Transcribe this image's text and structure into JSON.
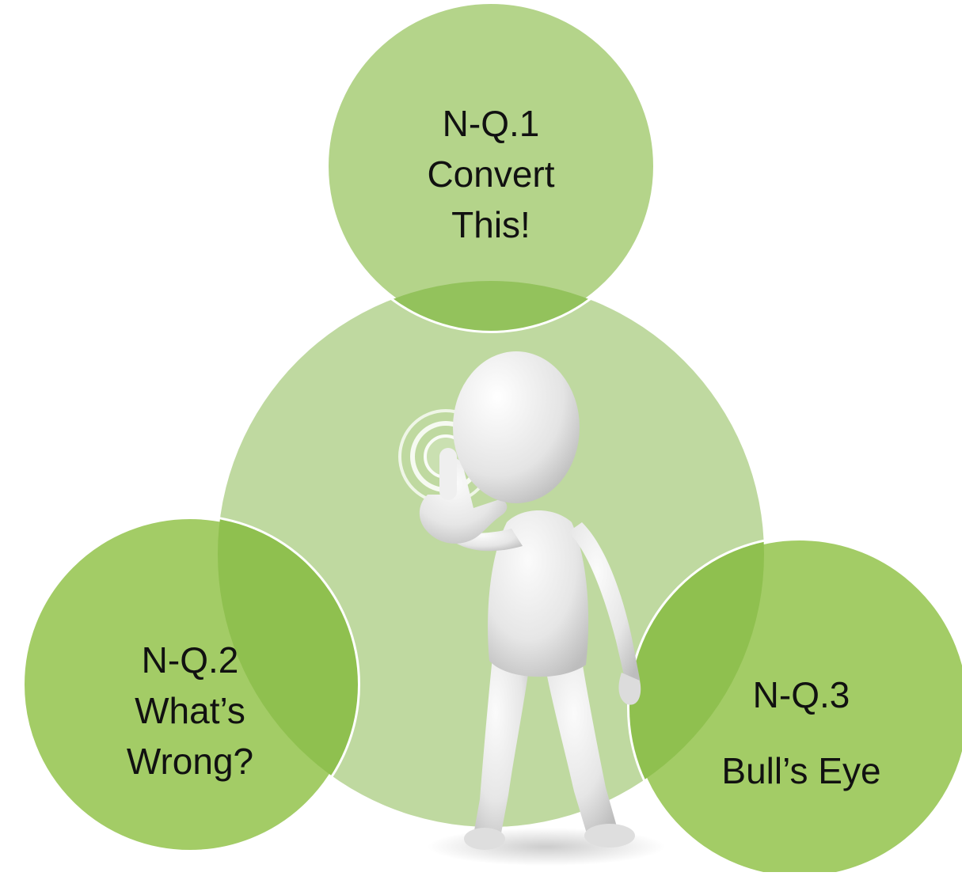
{
  "colors": {
    "center_circle": "#bfd9a0",
    "top_circle": "#b4d48a",
    "side_circle": "#a3cc66",
    "overlap": "#8fc05a",
    "stroke": "#ffffff",
    "figure": "#e8e8e8"
  },
  "circles": {
    "top": {
      "line1": "N-Q.1",
      "line2": "Convert",
      "line3": "This!"
    },
    "left": {
      "line1": "N-Q.2",
      "line2": "What’s",
      "line3": "Wrong?"
    },
    "right": {
      "line1": "N-Q.3",
      "line2": "Bull’s Eye"
    }
  },
  "illustration": {
    "subject": "stick-figure-touching-screen"
  }
}
